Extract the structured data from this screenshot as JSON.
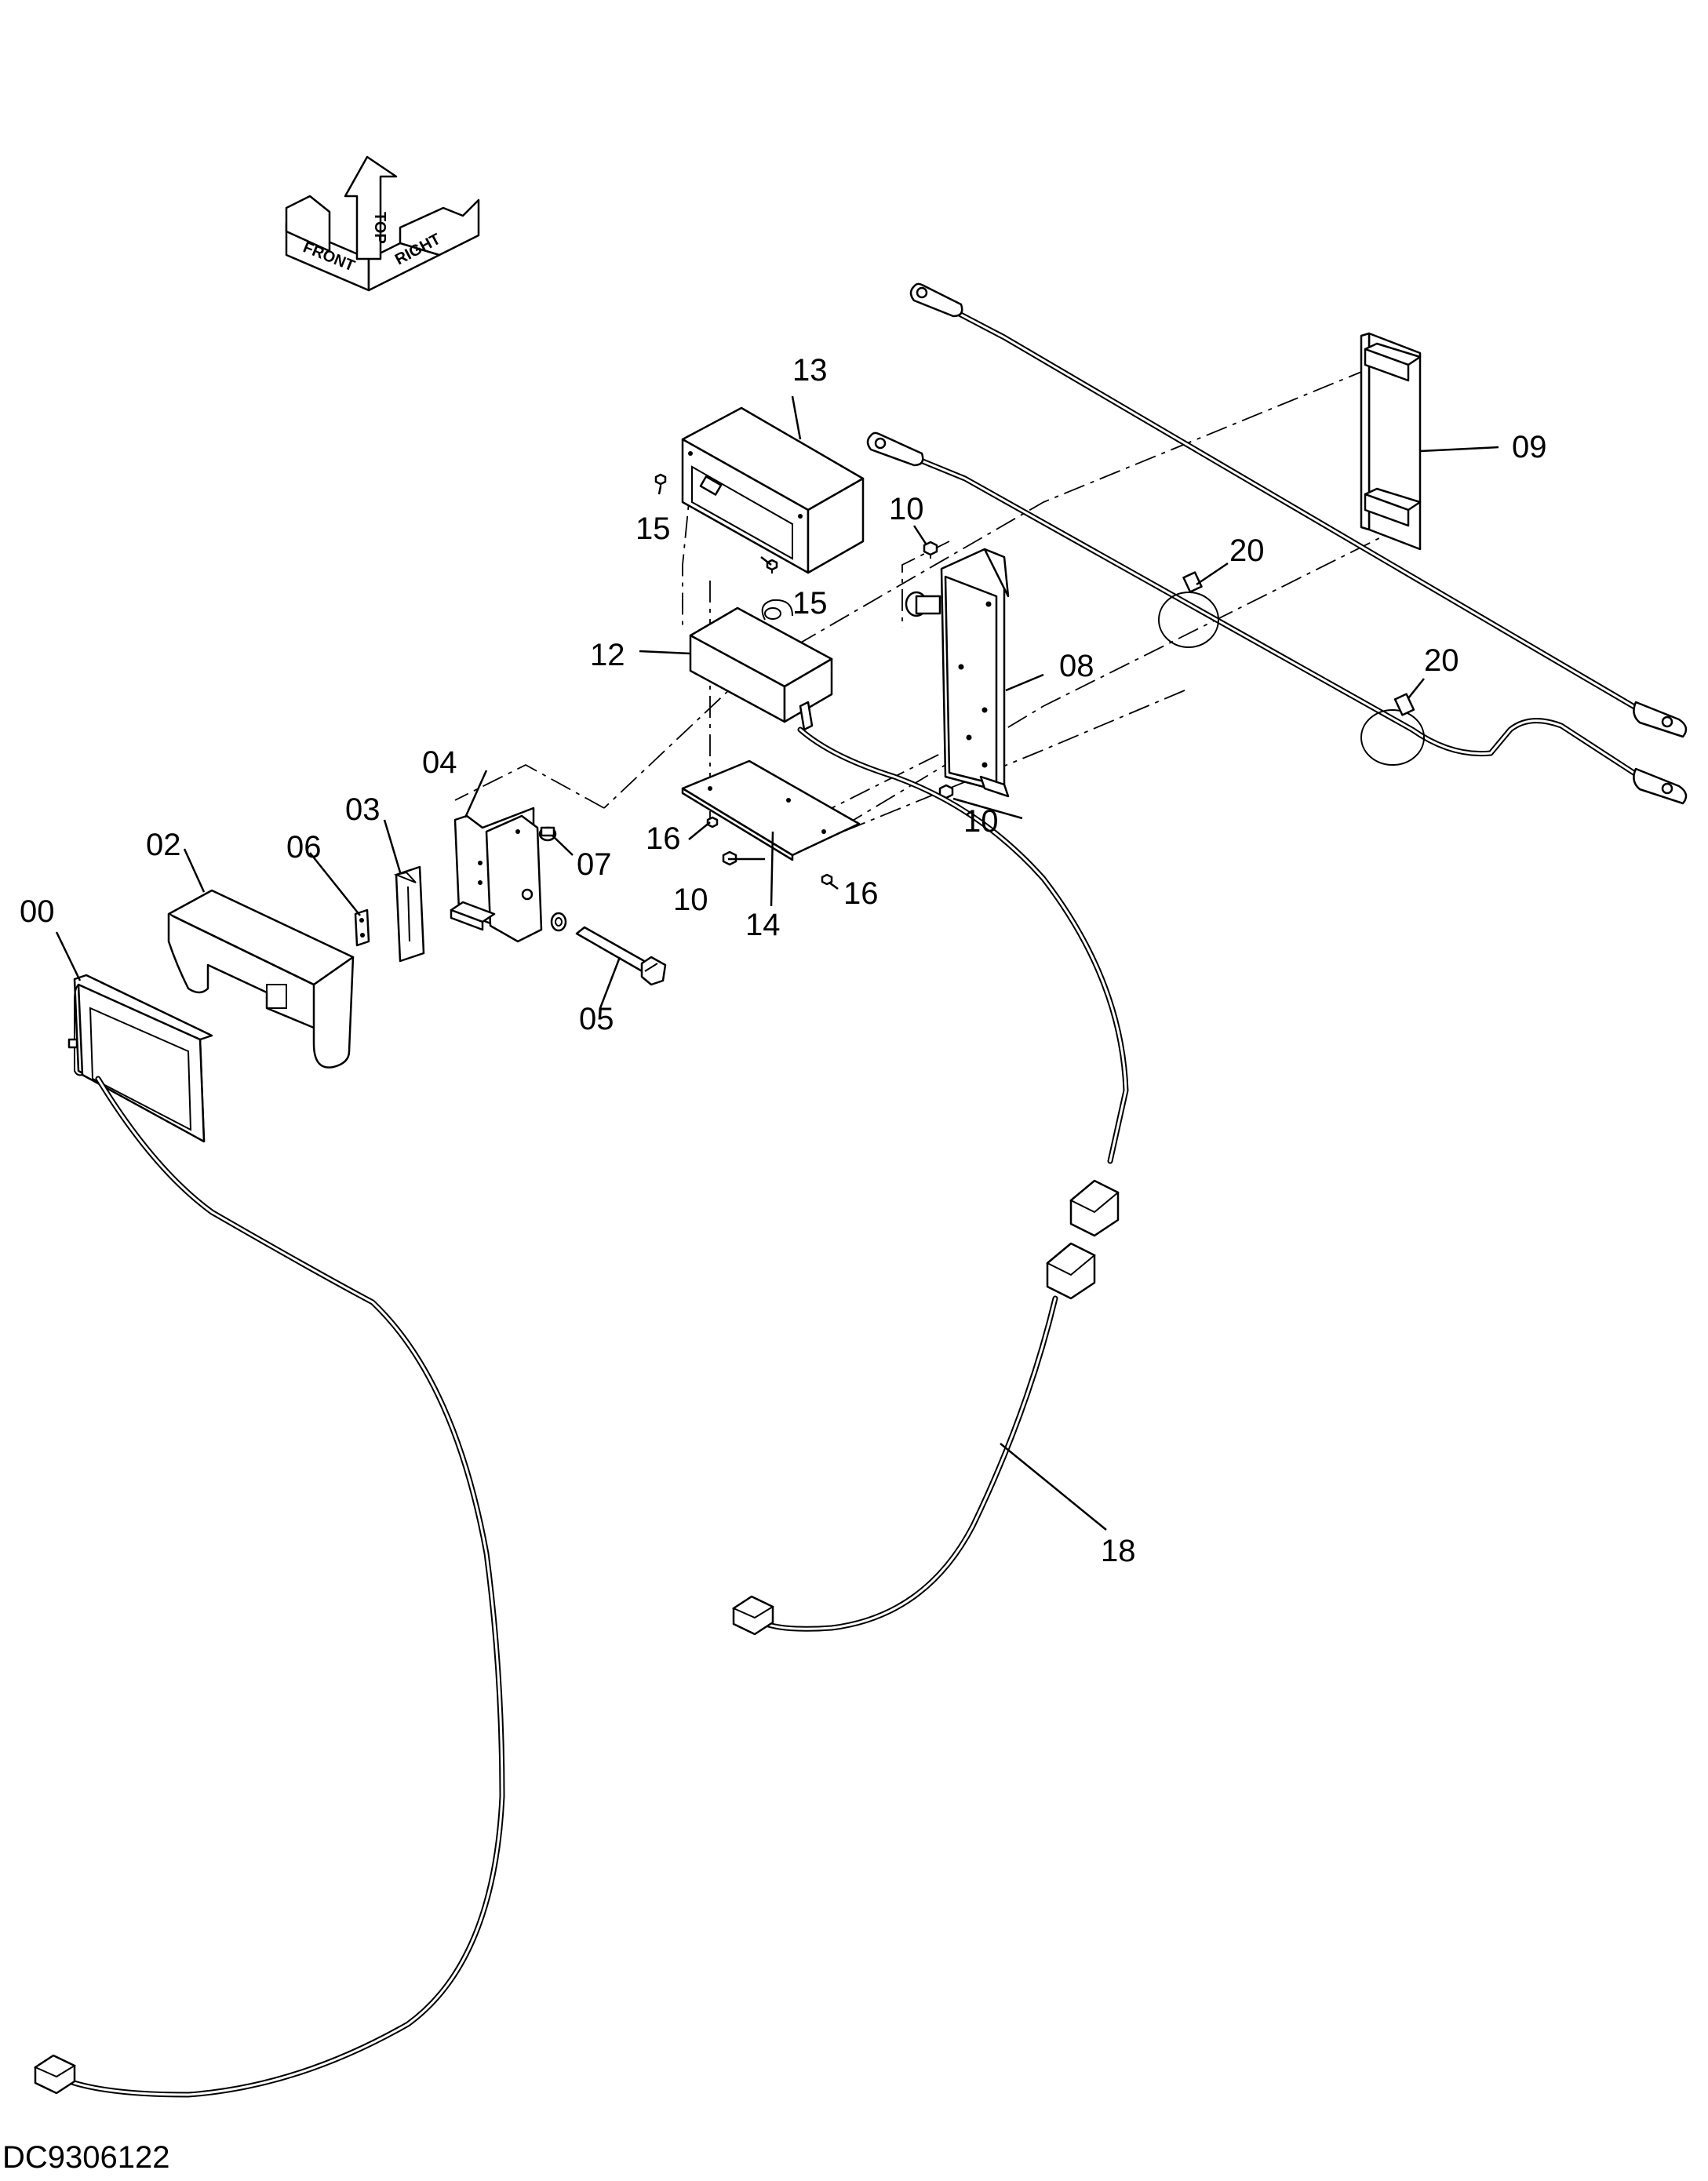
{
  "orientation": {
    "front": "FRONT",
    "top": "TOP",
    "right": "RIGHT"
  },
  "callouts": {
    "p00": "00",
    "p02": "02",
    "p03": "03",
    "p04": "04",
    "p05": "05",
    "p06": "06",
    "p07": "07",
    "p08": "08",
    "p09": "09",
    "p10a": "10",
    "p10b": "10",
    "p10c": "10",
    "p12": "12",
    "p13": "13",
    "p14": "14",
    "p15a": "15",
    "p15b": "15",
    "p16a": "16",
    "p16b": "16",
    "p18": "18",
    "p20a": "20",
    "p20b": "20"
  },
  "drawing_number": "DC9306122"
}
